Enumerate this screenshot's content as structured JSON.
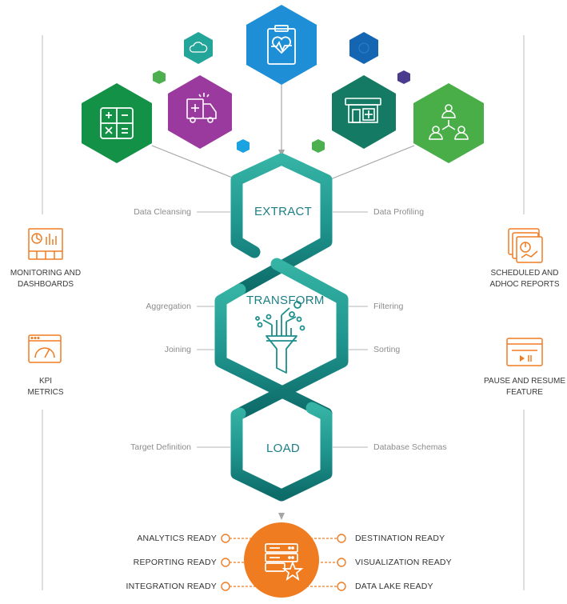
{
  "stages": {
    "extract": "EXTRACT",
    "transform": "TRANSFORM",
    "load": "LOAD"
  },
  "extract_labels": {
    "left": "Data Cleansing",
    "right": "Data Profiling"
  },
  "transform_labels": {
    "left_top": "Aggregation",
    "left_bottom": "Joining",
    "right_top": "Filtering",
    "right_bottom": "Sorting"
  },
  "load_labels": {
    "left": "Target Definition",
    "right": "Database Schemas"
  },
  "left_features": [
    {
      "label": "MONITORING AND\nDASHBOARDS",
      "icon": "dashboard-icon"
    },
    {
      "label": "KPI\nMETRICS",
      "icon": "gauge-icon"
    }
  ],
  "right_features": [
    {
      "label": "SCHEDULED AND\nADHOC REPORTS",
      "icon": "report-icon"
    },
    {
      "label": "PAUSE AND RESUME\nFEATURE",
      "icon": "media-player-icon"
    }
  ],
  "outputs_left": [
    "ANALYTICS READY",
    "REPORTING READY",
    "INTEGRATION READY"
  ],
  "outputs_right": [
    "DESTINATION READY",
    "VISUALIZATION READY",
    "DATA LAKE READY"
  ],
  "sources": [
    {
      "name": "calculator-icon",
      "color": "#129147"
    },
    {
      "name": "ambulance-icon",
      "color": "#9b3a9e"
    },
    {
      "name": "medical-clipboard-icon",
      "color": "#1e8fd6"
    },
    {
      "name": "hospital-icon",
      "color": "#147a63"
    },
    {
      "name": "network-people-icon",
      "color": "#49ad48"
    }
  ],
  "colors": {
    "teal_light": "#2fa79c",
    "teal_dark": "#0e6f6b",
    "orange": "#f07c22",
    "connector": "#a6a6a6",
    "small_cloud": "#23a59a",
    "small_globe": "#1466b3",
    "dot_green": "#4caf50",
    "dot_purple": "#4b3b8f",
    "dot_cyan": "#1aa3e0"
  }
}
